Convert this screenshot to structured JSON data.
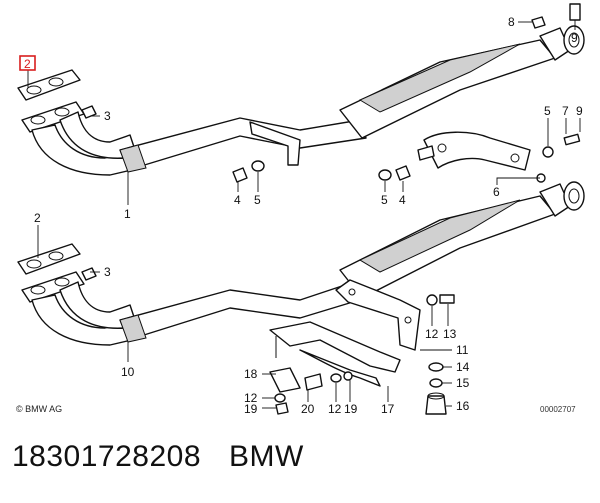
{
  "callouts": {
    "top": [
      "2",
      "3",
      "1",
      "4",
      "5",
      "5",
      "4",
      "8",
      "9",
      "5",
      "7",
      "9",
      "6"
    ],
    "bottom": [
      "2",
      "3",
      "10",
      "12",
      "13",
      "11",
      "14",
      "15",
      "16",
      "17",
      "18",
      "12",
      "19",
      "20",
      "12",
      "19"
    ]
  },
  "highlighted_callout": "2",
  "highlight_color": "#d81e1e",
  "copyright": "© BMW AG",
  "reference_code": "00002707",
  "caption": {
    "part_number": "18301728208",
    "brand": "BMW"
  }
}
